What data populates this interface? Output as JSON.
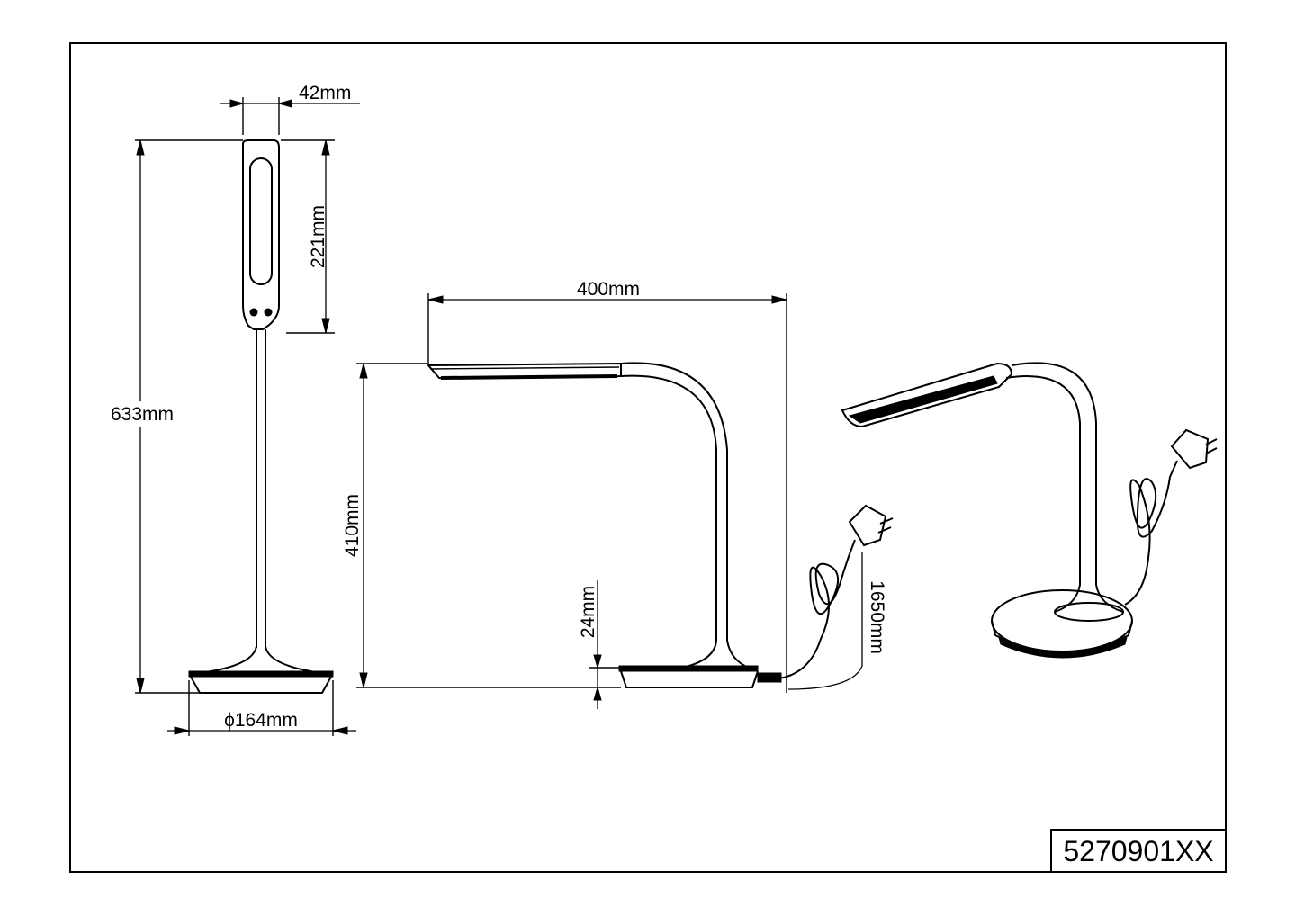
{
  "product_code": "5270901XX",
  "dimensions": {
    "head_width": "42mm",
    "head_length": "221mm",
    "total_height": "633mm",
    "base_diameter": "ϕ164mm",
    "arm_reach": "400mm",
    "side_height": "410mm",
    "base_height": "24mm",
    "cable_length": "1650mm"
  }
}
